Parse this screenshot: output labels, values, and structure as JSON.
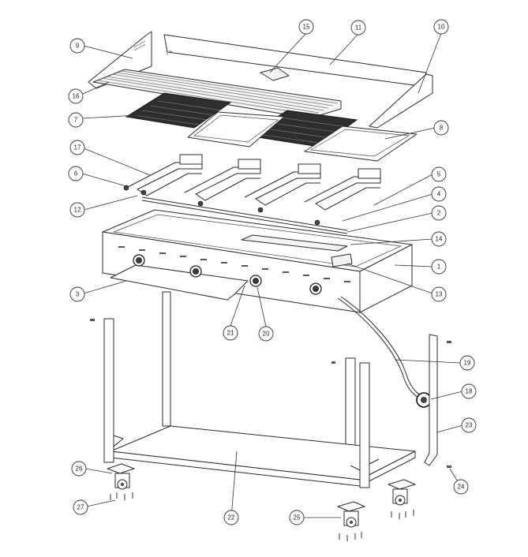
{
  "diagram": {
    "callouts": [
      {
        "id": "c9",
        "label": "9"
      },
      {
        "id": "c15",
        "label": "15"
      },
      {
        "id": "c11",
        "label": "11"
      },
      {
        "id": "c10",
        "label": "10"
      },
      {
        "id": "c16",
        "label": "16"
      },
      {
        "id": "c7",
        "label": "7"
      },
      {
        "id": "c8",
        "label": "8"
      },
      {
        "id": "c17",
        "label": "17"
      },
      {
        "id": "c6",
        "label": "6"
      },
      {
        "id": "c5",
        "label": "5"
      },
      {
        "id": "c4",
        "label": "4"
      },
      {
        "id": "c12",
        "label": "12"
      },
      {
        "id": "c2",
        "label": "2"
      },
      {
        "id": "c14",
        "label": "14"
      },
      {
        "id": "c1",
        "label": "1"
      },
      {
        "id": "c3",
        "label": "3"
      },
      {
        "id": "c13",
        "label": "13"
      },
      {
        "id": "c21",
        "label": "21"
      },
      {
        "id": "c20",
        "label": "20"
      },
      {
        "id": "c19",
        "label": "19"
      },
      {
        "id": "c18",
        "label": "18"
      },
      {
        "id": "c23",
        "label": "23"
      },
      {
        "id": "c26",
        "label": "26"
      },
      {
        "id": "c24",
        "label": "24"
      },
      {
        "id": "c27",
        "label": "27"
      },
      {
        "id": "c22",
        "label": "22"
      },
      {
        "id": "c25",
        "label": "25"
      }
    ]
  }
}
